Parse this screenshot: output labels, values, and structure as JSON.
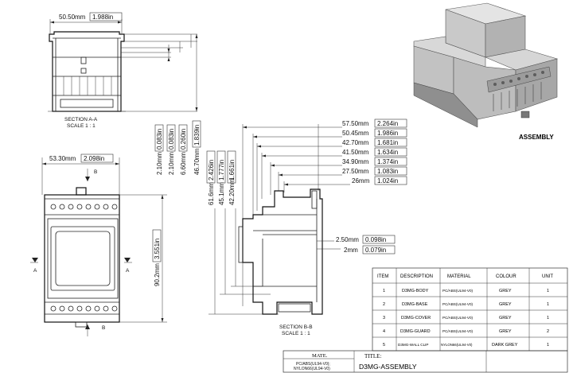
{
  "section_aa": {
    "width_mm": "50.50mm",
    "width_in": "1.988in",
    "label_line1": "SECTION A-A",
    "label_line2": "SCALE 1 : 1"
  },
  "vertical_dims": [
    {
      "mm": "2.10mm",
      "in": "0.083in"
    },
    {
      "mm": "2.10mm",
      "in": "0.083in"
    },
    {
      "mm": "6.60mm",
      "in": "0.260in"
    },
    {
      "mm": "46.70mm",
      "in": "1.839in"
    }
  ],
  "front_view": {
    "width_mm": "53.30mm",
    "width_in": "2.098in",
    "height_mm": "90.2mm",
    "height_in": "3.551in",
    "marker_b_top": "B",
    "marker_b_bottom": "B",
    "marker_a_left": "A",
    "marker_a_right": "A"
  },
  "section_bb": {
    "label_line1": "SECTION B-B",
    "label_line2": "SCALE 1 : 1",
    "horizontal_dims": [
      {
        "mm": "57.50mm",
        "in": "2.264in"
      },
      {
        "mm": "50.45mm",
        "in": "1.986in"
      },
      {
        "mm": "42.70mm",
        "in": "1.681in"
      },
      {
        "mm": "41.50mm",
        "in": "1.634in"
      },
      {
        "mm": "34.90mm",
        "in": "1.374in"
      },
      {
        "mm": "27.50mm",
        "in": "1.083in"
      },
      {
        "mm": "26mm",
        "in": "1.024in"
      }
    ],
    "vertical_dims": [
      {
        "mm": "61.6mm",
        "in": "2.426in"
      },
      {
        "mm": "45.1mm",
        "in": "1.777in"
      },
      {
        "mm": "42.20mm",
        "in": "1.661in"
      }
    ],
    "small_dims": [
      {
        "mm": "2.50mm",
        "in": "0.098in"
      },
      {
        "mm": "2mm",
        "in": "0.079in"
      }
    ]
  },
  "assembly_label": "ASSEMBLY",
  "parts_table": {
    "headers": [
      "ITEM",
      "DESCRIPTION",
      "MATERIAL",
      "COLOUR",
      "UNIT"
    ],
    "rows": [
      [
        "1",
        "D3MG-BODY",
        "PC/ABS(UL94-V0)",
        "GREY",
        "1"
      ],
      [
        "2",
        "D3MG-BASE",
        "PC/ABS(UL94-V0)",
        "GREY",
        "1"
      ],
      [
        "3",
        "D3MG-COVER",
        "PC/ABS(UL94-V0)",
        "GREY",
        "1"
      ],
      [
        "4",
        "D3MG-GUARD",
        "PC/ABS(UL94-V0)",
        "GREY",
        "2"
      ],
      [
        "5",
        "D3MG-WALL CLIP",
        "NYLON66(UL94-V0)",
        "DARK GREY",
        "1"
      ]
    ]
  },
  "title_block": {
    "mate_label": "MATE.",
    "mate_line1": "PC/ABS(UL94-V0);",
    "mate_line2": "NYLON66(UL94-V0)",
    "title_label": "TITLE:",
    "title_value": "D3MG-ASSEMBLY"
  }
}
